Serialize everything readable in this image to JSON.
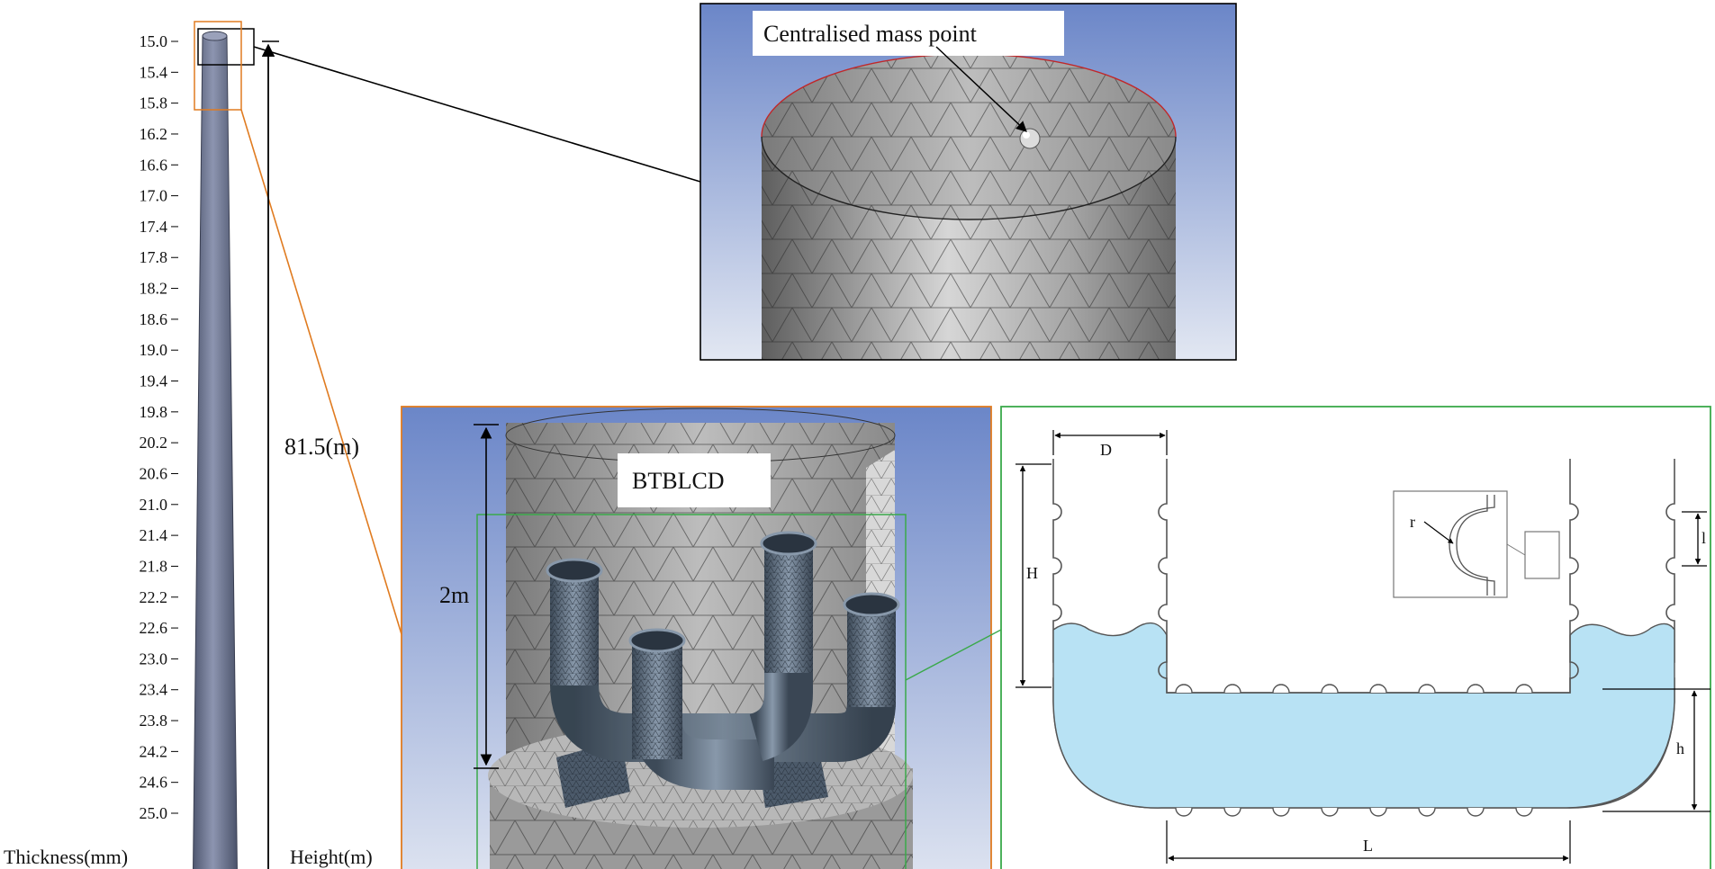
{
  "tower": {
    "thickness_ticks": [
      "15.0",
      "15.4",
      "15.8",
      "16.2",
      "16.6",
      "17.0",
      "17.4",
      "17.8",
      "18.2",
      "18.6",
      "19.0",
      "19.4",
      "19.8",
      "20.2",
      "20.6",
      "21.0",
      "21.4",
      "21.8",
      "22.2",
      "22.6",
      "23.0",
      "23.4",
      "23.8",
      "24.2",
      "24.6",
      "25.0"
    ],
    "thickness_label": "Thickness(mm)",
    "height_label": "Height(m)",
    "height_value": "81.5(m)"
  },
  "top_detail": {
    "callout": "Centralised mass point"
  },
  "damper_model": {
    "name": "BTBLCD",
    "height": "2m"
  },
  "schematic": {
    "labels": {
      "D": "D",
      "H": "H",
      "l": "l",
      "r": "r",
      "h": "h",
      "L": "L"
    }
  },
  "colors": {
    "orange_frame": "#e07b20",
    "green_frame": "#3aa94a",
    "liquid": "#b8e2f4",
    "tower_fill": "#6a7390",
    "sky_top": "#6b86c8"
  }
}
